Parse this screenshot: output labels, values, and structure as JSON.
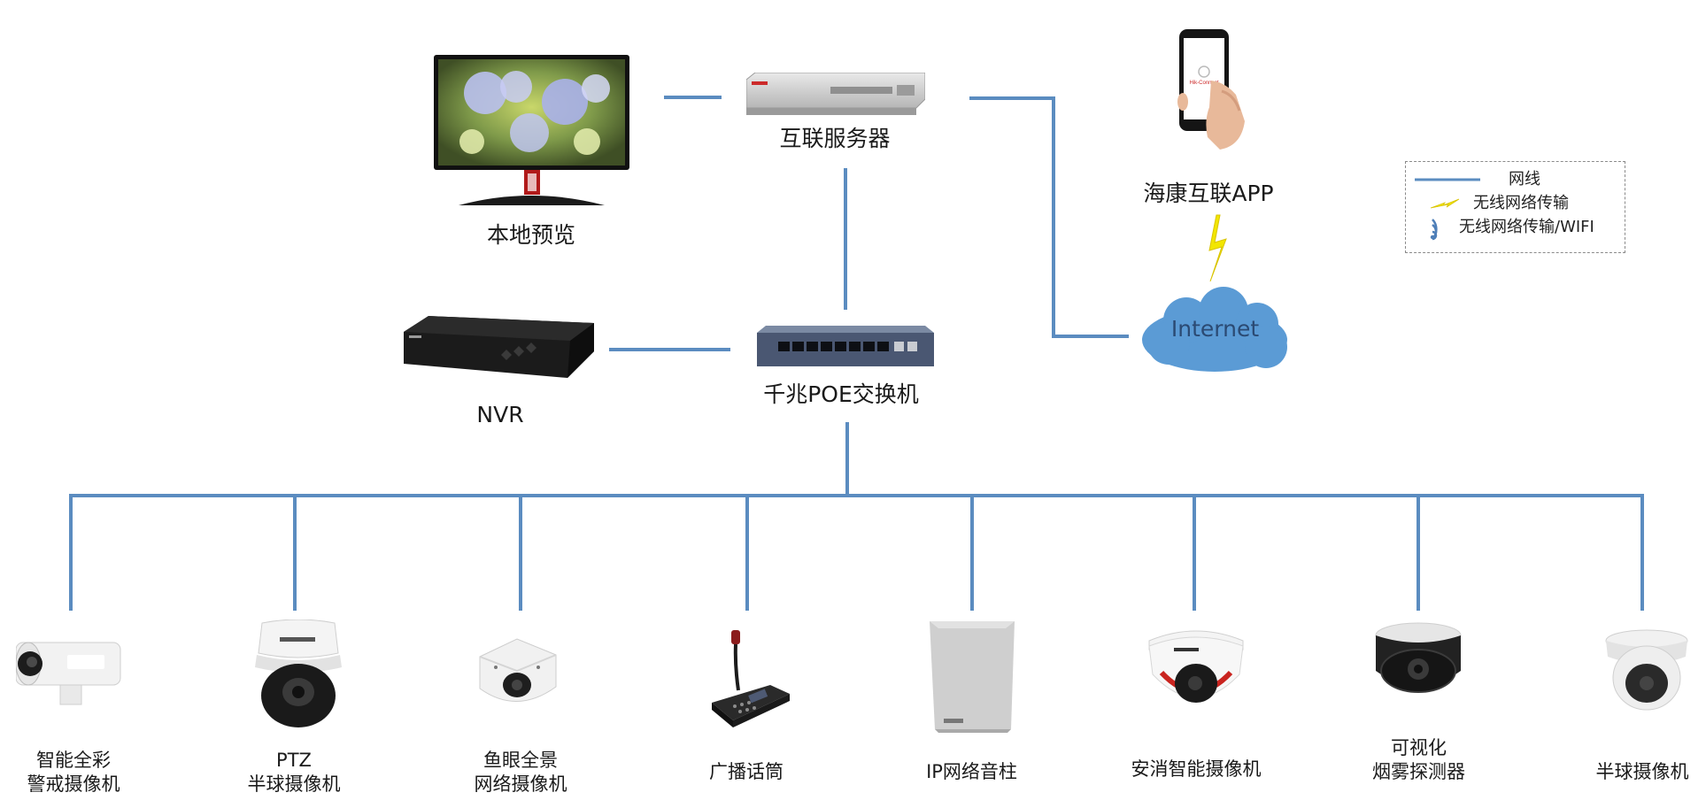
{
  "colors": {
    "wire": "#5b8cc0",
    "wireless": "#f2e600",
    "cloud": "#5b9bd5"
  },
  "top": {
    "monitor_label": "本地预览",
    "server_label": "互联服务器",
    "app_label": "海康互联APP",
    "phone_screen_text": "Hik-Connect",
    "nvr_label": "NVR",
    "switch_label": "千兆POE交换机",
    "cloud_label": "Internet"
  },
  "legend": {
    "items": [
      {
        "icon": "line-icon",
        "label": "网线"
      },
      {
        "icon": "lightning-icon",
        "label": "无线网络传输"
      },
      {
        "icon": "wifi-icon",
        "label": "无线网络传输/WIFI"
      }
    ]
  },
  "devices": [
    {
      "icon": "bullet-camera-icon",
      "line1": "智能全彩",
      "line2": "警戒摄像机"
    },
    {
      "icon": "ptz-dome-camera-icon",
      "line1": "PTZ",
      "line2": "半球摄像机"
    },
    {
      "icon": "fisheye-camera-icon",
      "line1": "鱼眼全景",
      "line2": "网络摄像机"
    },
    {
      "icon": "broadcast-microphone-icon",
      "line1": "广播话筒",
      "line2": ""
    },
    {
      "icon": "ip-speaker-column-icon",
      "line1": "IP网络音柱",
      "line2": ""
    },
    {
      "icon": "smart-dome-camera-icon",
      "line1": "安消智能摄像机",
      "line2": ""
    },
    {
      "icon": "smoke-detector-camera-icon",
      "line1": "可视化",
      "line2": "烟雾探测器"
    },
    {
      "icon": "turret-camera-icon",
      "line1": "半球摄像机",
      "line2": ""
    }
  ]
}
